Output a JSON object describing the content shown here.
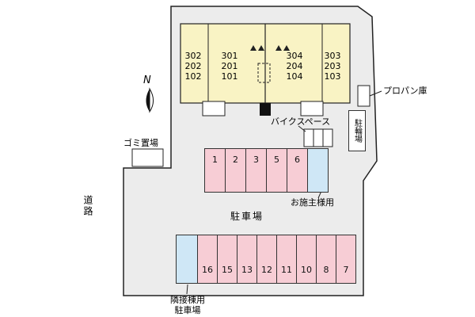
{
  "labels": {
    "north": "N",
    "road": "道路",
    "garbage": "ゴミ置場",
    "propane": "プロパン庫",
    "bicycle_parking": "駐輪場",
    "bike_space": "バイクスペース",
    "parking_lot": "駐車場",
    "owner_use": "お施主様用",
    "adjacent_line1": "隣接棟用",
    "adjacent_line2": "駐車場"
  },
  "building": {
    "units": [
      {
        "rooms": [
          "302",
          "202",
          "102"
        ]
      },
      {
        "rooms": [
          "301",
          "201",
          "101"
        ]
      },
      {
        "rooms": [
          "304",
          "204",
          "104"
        ]
      },
      {
        "rooms": [
          "303",
          "203",
          "103"
        ]
      }
    ]
  },
  "parking": {
    "row_top": [
      "1",
      "2",
      "3",
      "5",
      "6"
    ],
    "row_bottom": [
      "16",
      "15",
      "13",
      "12",
      "11",
      "10",
      "8",
      "7"
    ]
  },
  "colors": {
    "site_fill": "#ececec",
    "building_fill": "#f9f3c4",
    "space_pink": "#f7cdd5",
    "space_blue": "#cfe7f6",
    "outline": "#333333"
  }
}
